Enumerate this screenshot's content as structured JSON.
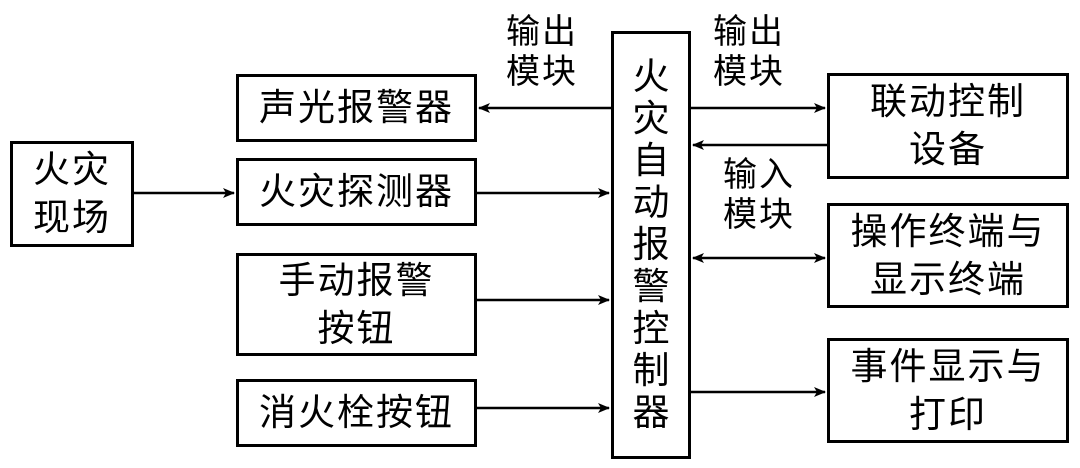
{
  "nodes": {
    "fire_scene": "火灾\n现场",
    "alarm": "声光报警器",
    "detector": "火灾探测器",
    "manual_alarm": "手动报警\n按钮",
    "hydrant_button": "消火栓按钮",
    "controller": "火\n灾\n自\n动\n报\n警\n控\n制\n器",
    "linkage": "联动控制\n设备",
    "terminal": "操作终端与\n显示终端",
    "event_print": "事件显示与\n打印"
  },
  "labels": {
    "output_left": "输出\n模块",
    "output_right": "输出\n模块",
    "input": "输入\n模块"
  }
}
